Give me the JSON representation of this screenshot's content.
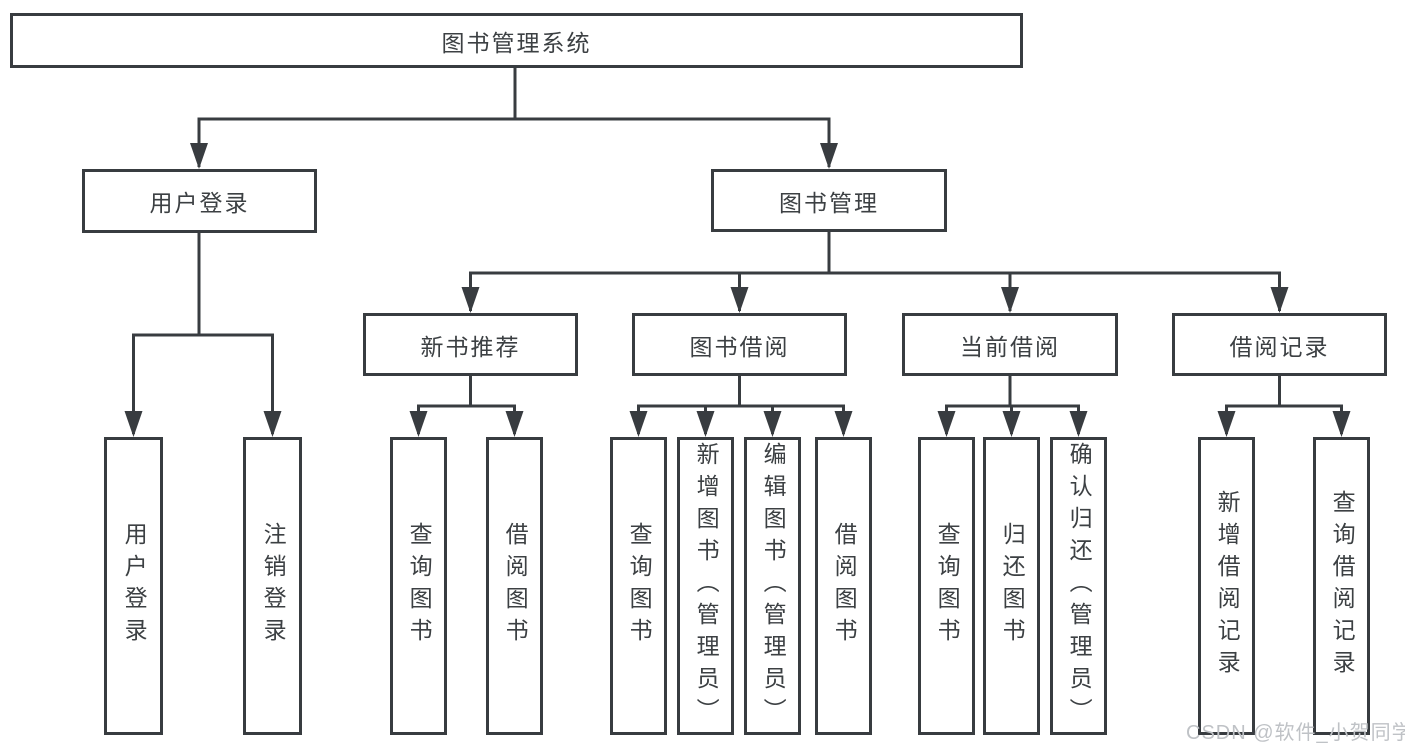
{
  "tree": {
    "root": {
      "label": "图书管理系统",
      "children": [
        {
          "label": "用户登录",
          "children": [
            {
              "label": "用户登录"
            },
            {
              "label": "注销登录"
            }
          ]
        },
        {
          "label": "图书管理",
          "children": [
            {
              "label": "新书推荐",
              "children": [
                {
                  "label": "查询图书"
                },
                {
                  "label": "借阅图书"
                }
              ]
            },
            {
              "label": "图书借阅",
              "children": [
                {
                  "label": "查询图书"
                },
                {
                  "label": "新增图书（管理员）"
                },
                {
                  "label": "编辑图书（管理员）"
                },
                {
                  "label": "借阅图书"
                }
              ]
            },
            {
              "label": "当前借阅",
              "children": [
                {
                  "label": "查询图书"
                },
                {
                  "label": "归还图书"
                },
                {
                  "label": "确认归还（管理员）"
                }
              ]
            },
            {
              "label": "借阅记录",
              "children": [
                {
                  "label": "新增借阅记录"
                },
                {
                  "label": "查询借阅记录"
                }
              ]
            }
          ]
        }
      ]
    }
  },
  "watermark": {
    "text": "CSDN @软件_小贺同学"
  },
  "colors": {
    "line": "#383c40",
    "text": "#3c4043",
    "watermark": "#bfc2c6",
    "background": "#ffffff"
  }
}
